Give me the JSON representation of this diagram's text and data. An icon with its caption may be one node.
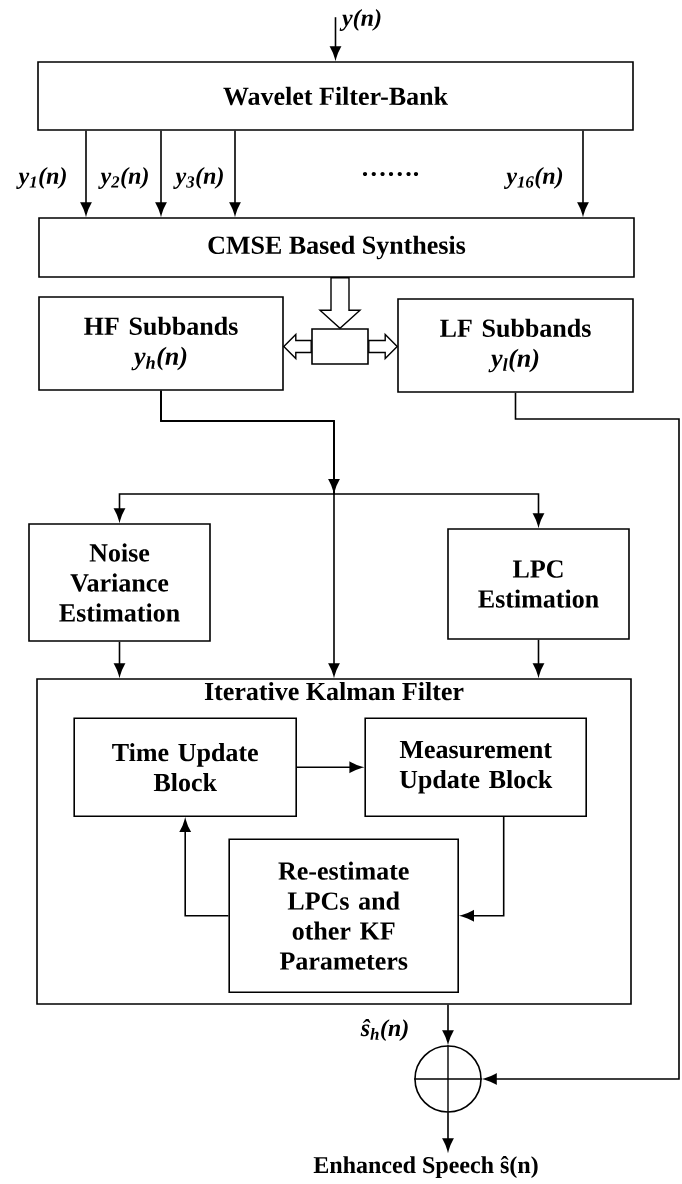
{
  "diagram": {
    "nodes": [
      {
        "text": [
          "Wavelet Filter-Bank"
        ]
      },
      {
        "text": [
          "CMSE Based Synthesis"
        ]
      },
      {
        "text": [],
        "shape": "box"
      },
      {
        "text": [
          "HF Subbands",
          "y$_{h}$(n)"
        ]
      },
      {
        "text": [
          "LF Subbands",
          "y$_{l}$(n)"
        ]
      },
      {
        "text": [
          "Noise Variance Estimation"
        ]
      },
      {
        "text": [
          "LPC Estimation"
        ]
      },
      {
        "text": [
          "Iterative Kalman Filter"
        ]
      },
      {
        "text": [
          "Time Update Block"
        ],
        "in": 7
      },
      {
        "text": [
          "Measurement Update Block"
        ],
        "in": 7
      },
      {
        "text": [
          "Re-estimate LPCs and other KF Parameters"
        ],
        "in": 7
      },
      {
        "text": [],
        "shape": "circle"
      },
      {
        "text": [
          "Enhanced Speech ŝ(n)"
        ]
      }
    ],
    "edges": [
      {
        "from": null,
        "to": 0,
        "arrow": "to",
        "label": "y(n)"
      },
      {
        "from": 0,
        "to": 1,
        "arrow": "to",
        "label": "y$_{1}$(n)"
      },
      {
        "from": 0,
        "to": 1,
        "arrow": "to",
        "label": "y$_{2}$(n)"
      },
      {
        "from": 0,
        "to": 1,
        "arrow": "to",
        "label": "y$_{3}$(n)"
      },
      {
        "from": 0,
        "to": 1,
        "arrow": "to",
        "label": "y$_{16}$(n)"
      },
      {
        "from": 1,
        "to": 2,
        "arrow": "to",
        "style": "thick"
      },
      {
        "from": 2,
        "to": 3,
        "arrow": "to",
        "style": "thick"
      },
      {
        "from": 2,
        "to": 4,
        "arrow": "to",
        "style": "thick"
      },
      {
        "from": 3,
        "to": 5,
        "arrow": "to"
      },
      {
        "from": 3,
        "to": 7,
        "arrow": "to"
      },
      {
        "from": 3,
        "to": 6,
        "arrow": "to"
      },
      {
        "from": 5,
        "to": 7,
        "arrow": "to"
      },
      {
        "from": 6,
        "to": 7,
        "arrow": "to"
      },
      {
        "from": 8,
        "to": 9,
        "arrow": "to"
      },
      {
        "from": 9,
        "to": 10,
        "arrow": "to"
      },
      {
        "from": 10,
        "to": 8,
        "arrow": "to"
      },
      {
        "from": 7,
        "to": 11,
        "arrow": "to",
        "label": "ŝ$_{h}$(n)"
      },
      {
        "from": 4,
        "to": 11,
        "arrow": "to"
      },
      {
        "from": 11,
        "to": 12,
        "arrow": "to"
      }
    ],
    "labels": [
      "……."
    ]
  }
}
